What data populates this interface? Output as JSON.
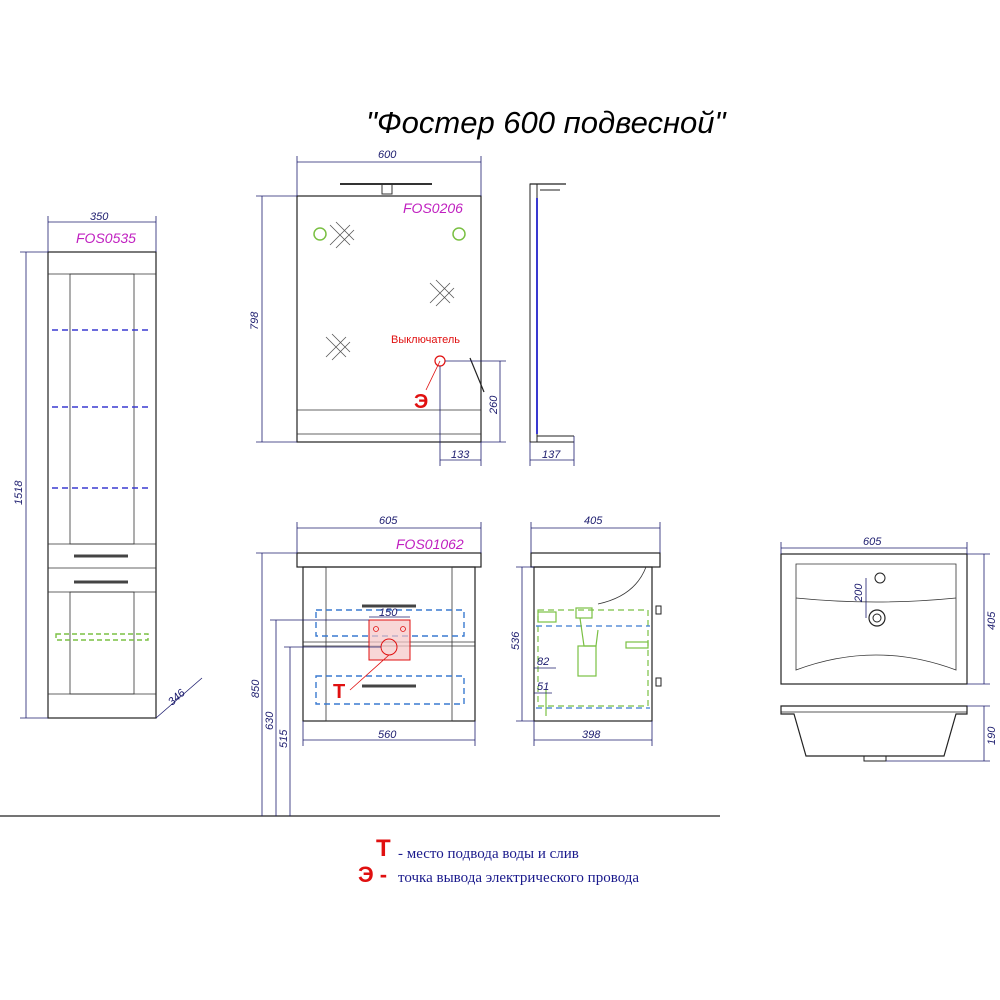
{
  "title": "\"Фостер 600 подвесной\"",
  "codes": {
    "cabinet": "FOS0535",
    "mirror": "FOS0206",
    "vanity": "FOS01062"
  },
  "switch_label": "Выключатель",
  "dimensions": {
    "cabinet_width": "350",
    "cabinet_height": "1518",
    "cabinet_depth": "346",
    "mirror_width": "600",
    "mirror_height": "798",
    "mirror_switch_height": "260",
    "mirror_switch_offset": "133",
    "mirror_depth": "137",
    "vanity_width": "605",
    "vanity_bottom_width": "560",
    "vanity_inlet_width": "150",
    "vanity_height_850": "850",
    "vanity_height_630": "630",
    "vanity_height_515": "515",
    "vanity_side_depth": "405",
    "vanity_side_height": "536",
    "vanity_side_82": "82",
    "vanity_side_51": "51",
    "vanity_side_bottom": "398",
    "sink_width": "605",
    "sink_depth": "405",
    "sink_tap_offset": "200",
    "sink_height": "190"
  },
  "markers": {
    "water": "Т",
    "electric": "Э"
  },
  "legend": [
    {
      "symbol": "Т",
      "text": "- место подвода воды и слив"
    },
    {
      "symbol": "Э -",
      "text": "точка вывода электрического провода"
    }
  ],
  "colors": {
    "dimension": "#1c1c6e",
    "code": "#c020c0",
    "marker": "#e01010",
    "shelf": "#3a3ad0",
    "green": "#7ac043"
  }
}
